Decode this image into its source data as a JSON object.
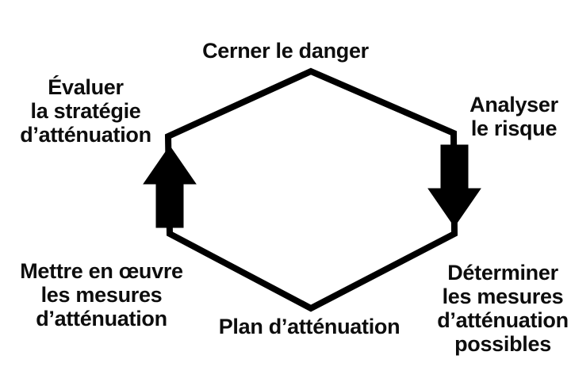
{
  "diagram": {
    "type": "cycle-hexagon",
    "title": "",
    "language": "fr",
    "background_color": "#ffffff",
    "stroke_color": "#000000",
    "text_color": "#0d0d0d",
    "stroke_width": 8,
    "nodes": [
      {
        "id": "identify-hazard",
        "label": "Cerner le danger",
        "position": "top"
      },
      {
        "id": "analyse-risk",
        "label": "Analyser\nle risque",
        "position": "top-right"
      },
      {
        "id": "determine-measures",
        "label": "Déterminer\nles mesures\nd’atténuation\npossibles",
        "position": "bottom-right"
      },
      {
        "id": "mitigation-plan",
        "label": "Plan d’atténuation",
        "position": "bottom"
      },
      {
        "id": "implement-measures",
        "label": "Mettre en œuvre\nles mesures\nd’atténuation",
        "position": "bottom-left"
      },
      {
        "id": "evaluate-strategy",
        "label": "Évaluer\nla stratégie\nd’atténuation",
        "position": "top-left"
      }
    ],
    "arrows": [
      {
        "id": "left-arrow-up",
        "direction": "up",
        "side": "left",
        "meaning": "flow from implement measures to evaluate strategy"
      },
      {
        "id": "right-arrow-down",
        "direction": "down",
        "side": "right",
        "meaning": "flow from analyse risk to determine measures"
      }
    ]
  }
}
